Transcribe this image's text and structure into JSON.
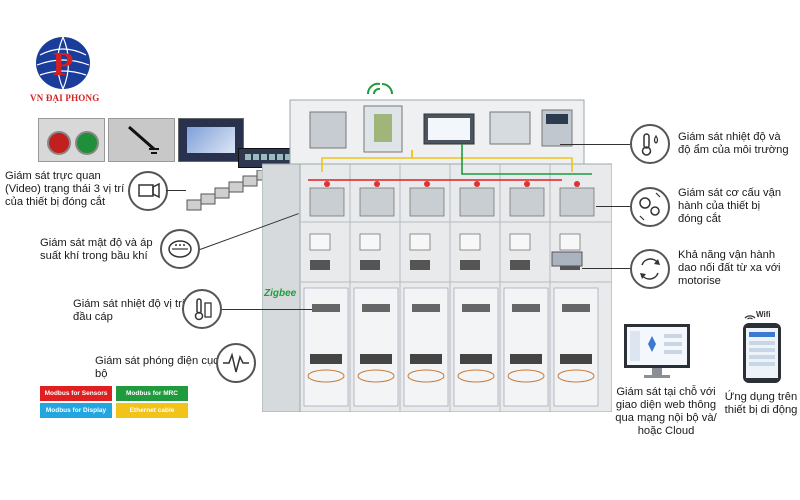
{
  "brand": {
    "name": "VN ĐẠI PHONG",
    "color": "#d42020"
  },
  "labels": {
    "video": "Giám sát trực quan (Video) trạng thái 3 vị trí của thiết bị đóng cắt",
    "gas": "Giám sát mật độ và áp suất khí trong bầu khí",
    "cable_temp": "Giám sát nhiệt độ vị trí đầu cáp",
    "partial_discharge": "Giám sát phóng điện cục bộ",
    "env_temp": "Giám sát nhiệt độ và độ ẩm của môi trường",
    "mechanism": "Giám sát cơ cấu vận hành của thiết bị đóng cắt",
    "earthing": "Khả năng vận hành dao nối đất từ xa với motorise",
    "web": "Giám sát tại chỗ với giao diện web thông qua mạng nội bộ và/ hoặc Cloud",
    "mobile": "Ứng dụng trên thiết bị di động"
  },
  "zigbee_label": "Zigbee",
  "wifi_label": "Wifi",
  "legend": [
    {
      "text": "Modbus for Sensors",
      "color": "#e02020"
    },
    {
      "text": "Modbus for MRC",
      "color": "#1f9a3c"
    },
    {
      "text": "Modbus for Display",
      "color": "#22a6e0"
    },
    {
      "text": "Ethernet cable",
      "color": "#f2c318"
    }
  ],
  "icons": {
    "env_temp": "thermometer-humidity-icon",
    "mechanism": "gears-icon",
    "earthing": "rotate-arrows-icon",
    "video": "camera-icon",
    "gas": "gauge-icon",
    "cable_temp": "thermometer-sensor-icon",
    "partial_discharge": "waveform-icon"
  }
}
